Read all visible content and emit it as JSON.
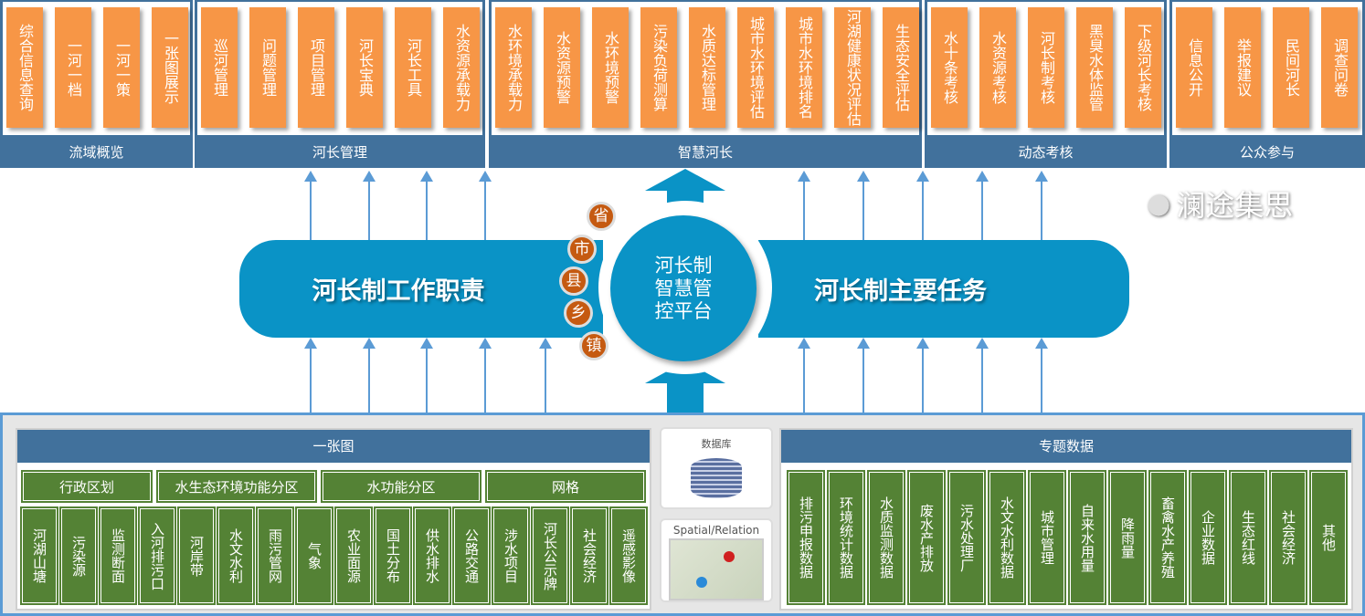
{
  "top_groups": [
    {
      "label": "流域概览",
      "items": [
        "综合信息查询",
        "一河一档",
        "一河一策",
        "一张图展示"
      ]
    },
    {
      "label": "河长管理",
      "items": [
        "巡河管理",
        "问题管理",
        "项目管理",
        "河长宝典",
        "河长工具",
        "水资源承载力"
      ]
    },
    {
      "label": "智慧河长",
      "items": [
        "水环境承载力",
        "水资源预警",
        "水环境预警",
        "污染负荷测算",
        "水质达标管理",
        "城市水环境评估",
        "城市水环境排名",
        "河湖健康状况评估",
        "生态安全评估"
      ]
    },
    {
      "label": "动态考核",
      "items": [
        "水十条考核",
        "水资源考核",
        "河长制考核",
        "黑臭水体监管",
        "下级河长考核"
      ]
    },
    {
      "label": "公众参与",
      "items": [
        "信息公开",
        "举报建议",
        "民间河长",
        "调查问卷"
      ]
    }
  ],
  "middle": {
    "left_title": "河长制工作职责",
    "right_title": "河长制主要任务",
    "center": "河长制智慧管控平台",
    "levels": [
      "省",
      "市",
      "县",
      "乡",
      "镇"
    ]
  },
  "bottom": {
    "map": {
      "title": "一张图",
      "zones": [
        "行政区划",
        "水生态环境功能分区",
        "水功能分区",
        "网格"
      ],
      "items": [
        "河湖山塘",
        "污染源",
        "监测断面",
        "入河排污口",
        "河岸带",
        "水文水利",
        "雨污管网",
        "气象",
        "农业面源",
        "国土分布",
        "供水排水",
        "公路交通",
        "涉水项目",
        "河长公示牌",
        "社会经济",
        "遥感影像"
      ]
    },
    "database_label": "数据库",
    "spatial_label": "Spatial/Relation",
    "thematic": {
      "title": "专题数据",
      "items": [
        "排污申报数据",
        "环境统计数据",
        "水质监测数据",
        "废水产排放",
        "污水处理厂",
        "水文水利数据",
        "城市管理",
        "自来水用量",
        "降雨量",
        "畜禽水产养殖",
        "企业数据",
        "生态红线",
        "社会经济",
        "其他"
      ]
    }
  },
  "watermark": "澜途集思"
}
